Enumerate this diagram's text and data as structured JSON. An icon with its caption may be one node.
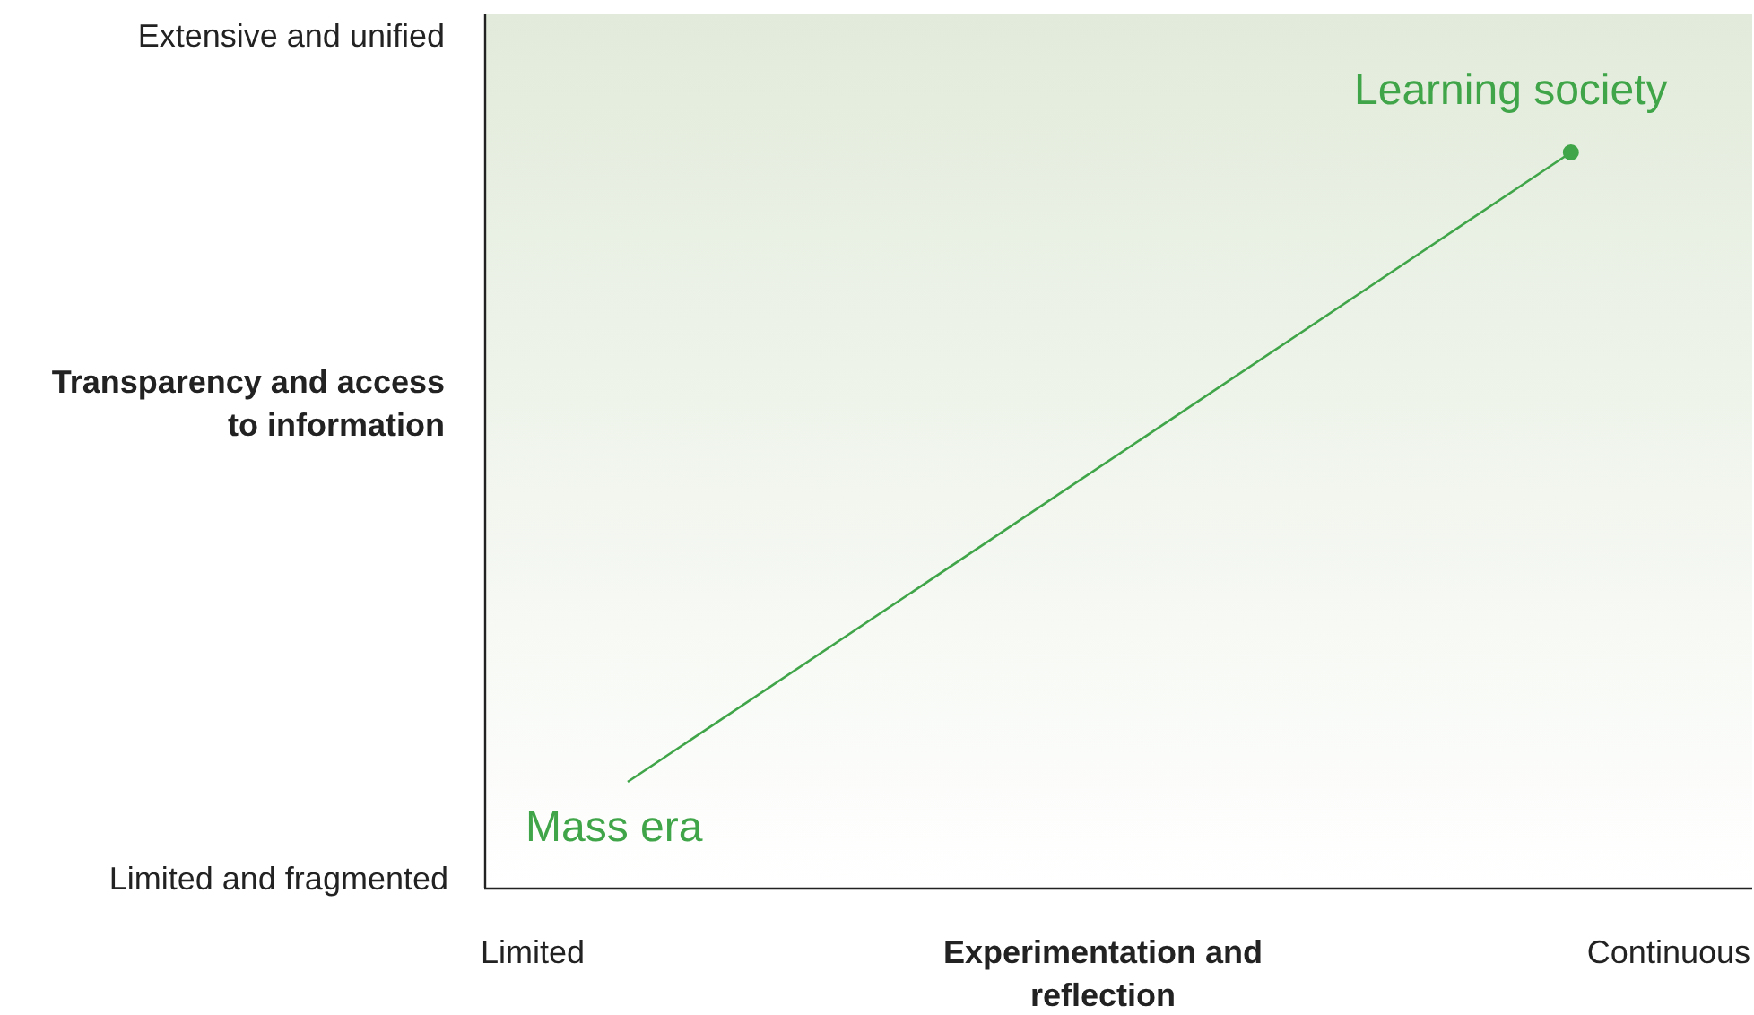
{
  "diagram": {
    "nodes": [
      {
        "text": [
          "Mass era"
        ]
      },
      {
        "text": [
          "Learning society"
        ]
      }
    ],
    "edges": [
      {
        "from": 0,
        "to": 1,
        "arrow": "other",
        "color": "#3fa548"
      }
    ],
    "labels": [
      "Extensive and unified",
      "Transparency and access to information",
      "Limited and fragmented",
      "Limited",
      "Experimentation and reflection",
      "Continuous"
    ]
  }
}
